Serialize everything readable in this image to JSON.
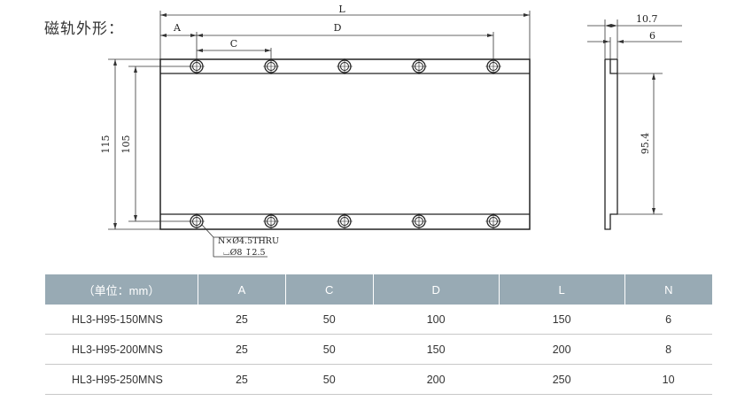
{
  "title": "磁轨外形：",
  "drawing": {
    "dim_L": "L",
    "dim_A": "A",
    "dim_C": "C",
    "dim_D": "D",
    "dim_115": "115",
    "dim_105": "105",
    "dim_95_4": "95.4",
    "dim_10_7": "10.7",
    "dim_6": "6",
    "hole_note_1": "N×Ø4.5THRU",
    "hole_note_2": "⌴Ø8 ↧2.5"
  },
  "table": {
    "headers": [
      "（单位：mm）",
      "A",
      "C",
      "D",
      "L",
      "N"
    ],
    "rows": [
      [
        "HL3-H95-150MNS",
        "25",
        "50",
        "100",
        "150",
        "6"
      ],
      [
        "HL3-H95-200MNS",
        "25",
        "50",
        "150",
        "200",
        "8"
      ],
      [
        "HL3-H95-250MNS",
        "25",
        "50",
        "200",
        "250",
        "10"
      ]
    ]
  }
}
